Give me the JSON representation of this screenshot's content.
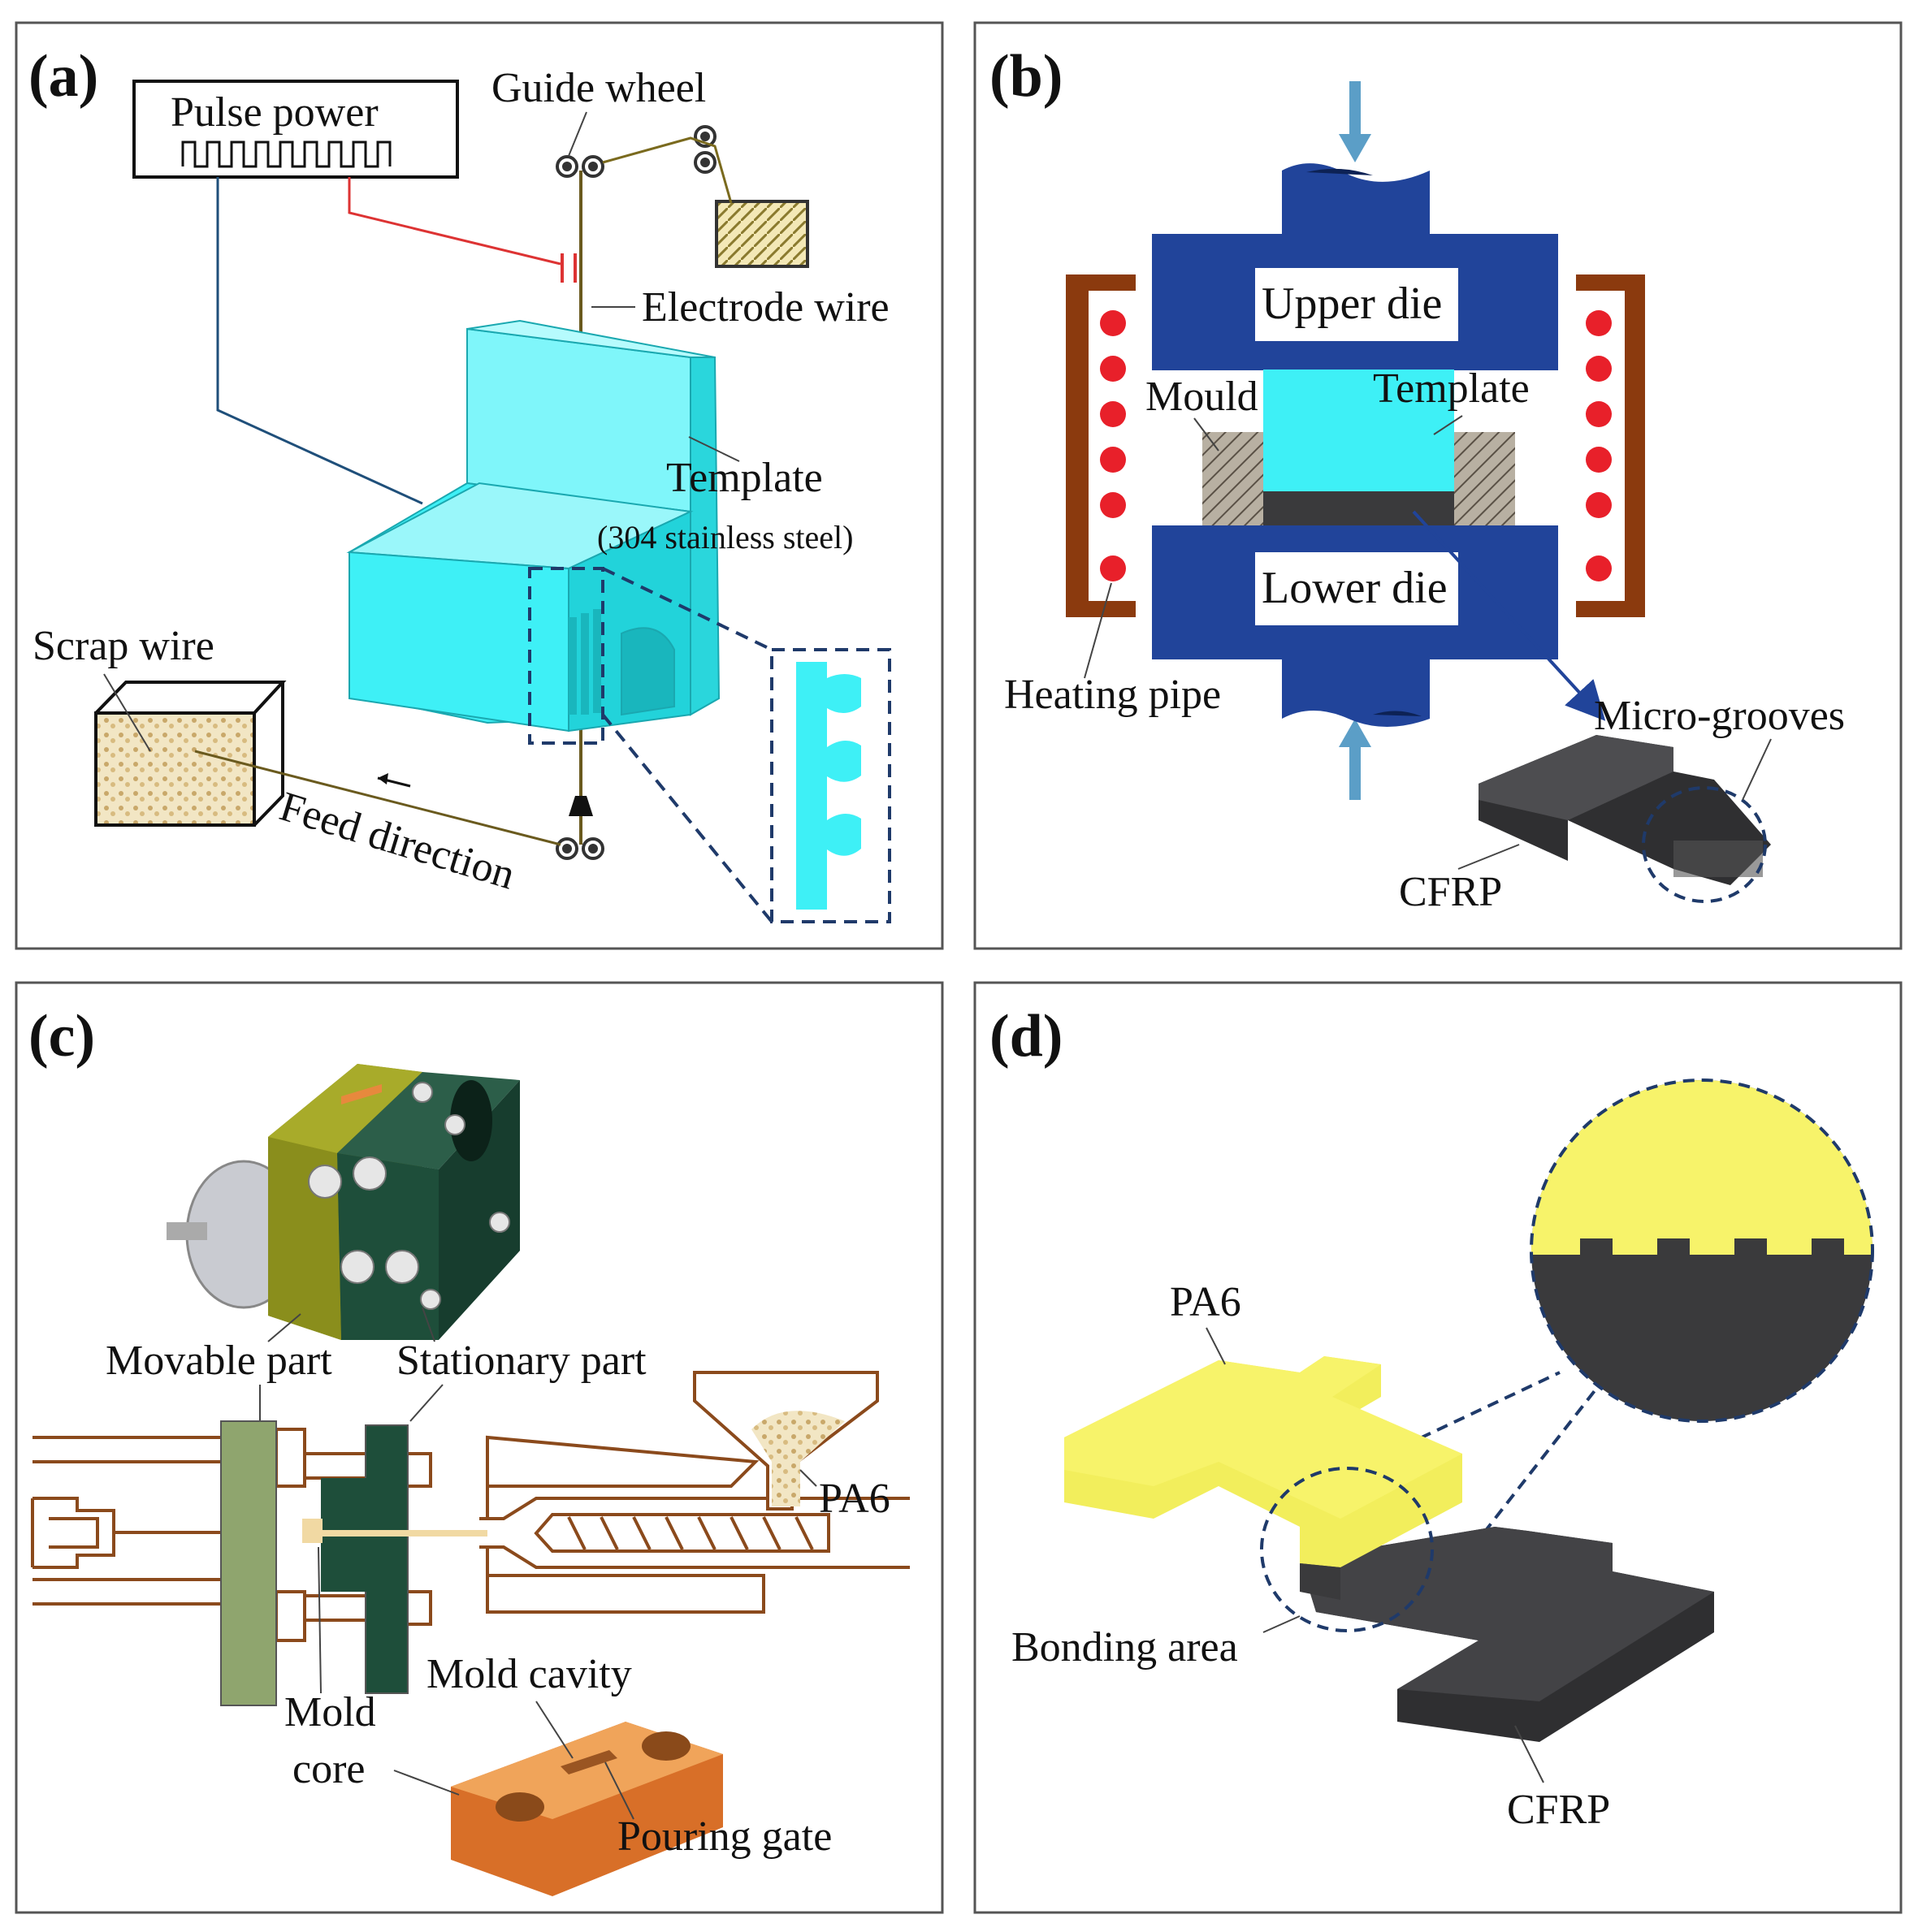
{
  "panels": {
    "a": {
      "label": "(a)",
      "labels": {
        "pulse_power": "Pulse power",
        "guide_wheel": "Guide wheel",
        "electrode_wire": "Electrode wire",
        "template": "Template",
        "template_material": "(304 stainless steel)",
        "scrap_wire": "Scrap wire",
        "feed_direction": "Feed direction"
      }
    },
    "b": {
      "label": "(b)",
      "labels": {
        "upper_die": "Upper die",
        "lower_die": "Lower die",
        "mould": "Mould",
        "template": "Template",
        "heating_pipe": "Heating pipe",
        "micro_grooves": "Micro-grooves",
        "cfrp": "CFRP"
      }
    },
    "c": {
      "label": "(c)",
      "labels": {
        "movable_part": "Movable part",
        "stationary_part": "Stationary part",
        "pa6": "PA6",
        "mold_cavity": "Mold cavity",
        "mold_core_1": "Mold",
        "mold_core_2": "core",
        "pouring_gate": "Pouring gate"
      }
    },
    "d": {
      "label": "(d)",
      "labels": {
        "pa6": "PA6",
        "bonding_area": "Bonding area",
        "cfrp": "CFRP"
      }
    }
  },
  "colors": {
    "template_cyan": "#3ef0f6",
    "die_blue": "#21449a",
    "heater_brown": "#8b3a0e",
    "heater_red": "#e8202a",
    "cfrp_dark": "#3a3a3c",
    "pa6_yellow": "#f7f36a",
    "machine_brown": "#8b4a1c",
    "movable_green": "#8fa56e",
    "stationary_green": "#1e4e3a",
    "mold_orange": "#e7893d"
  }
}
